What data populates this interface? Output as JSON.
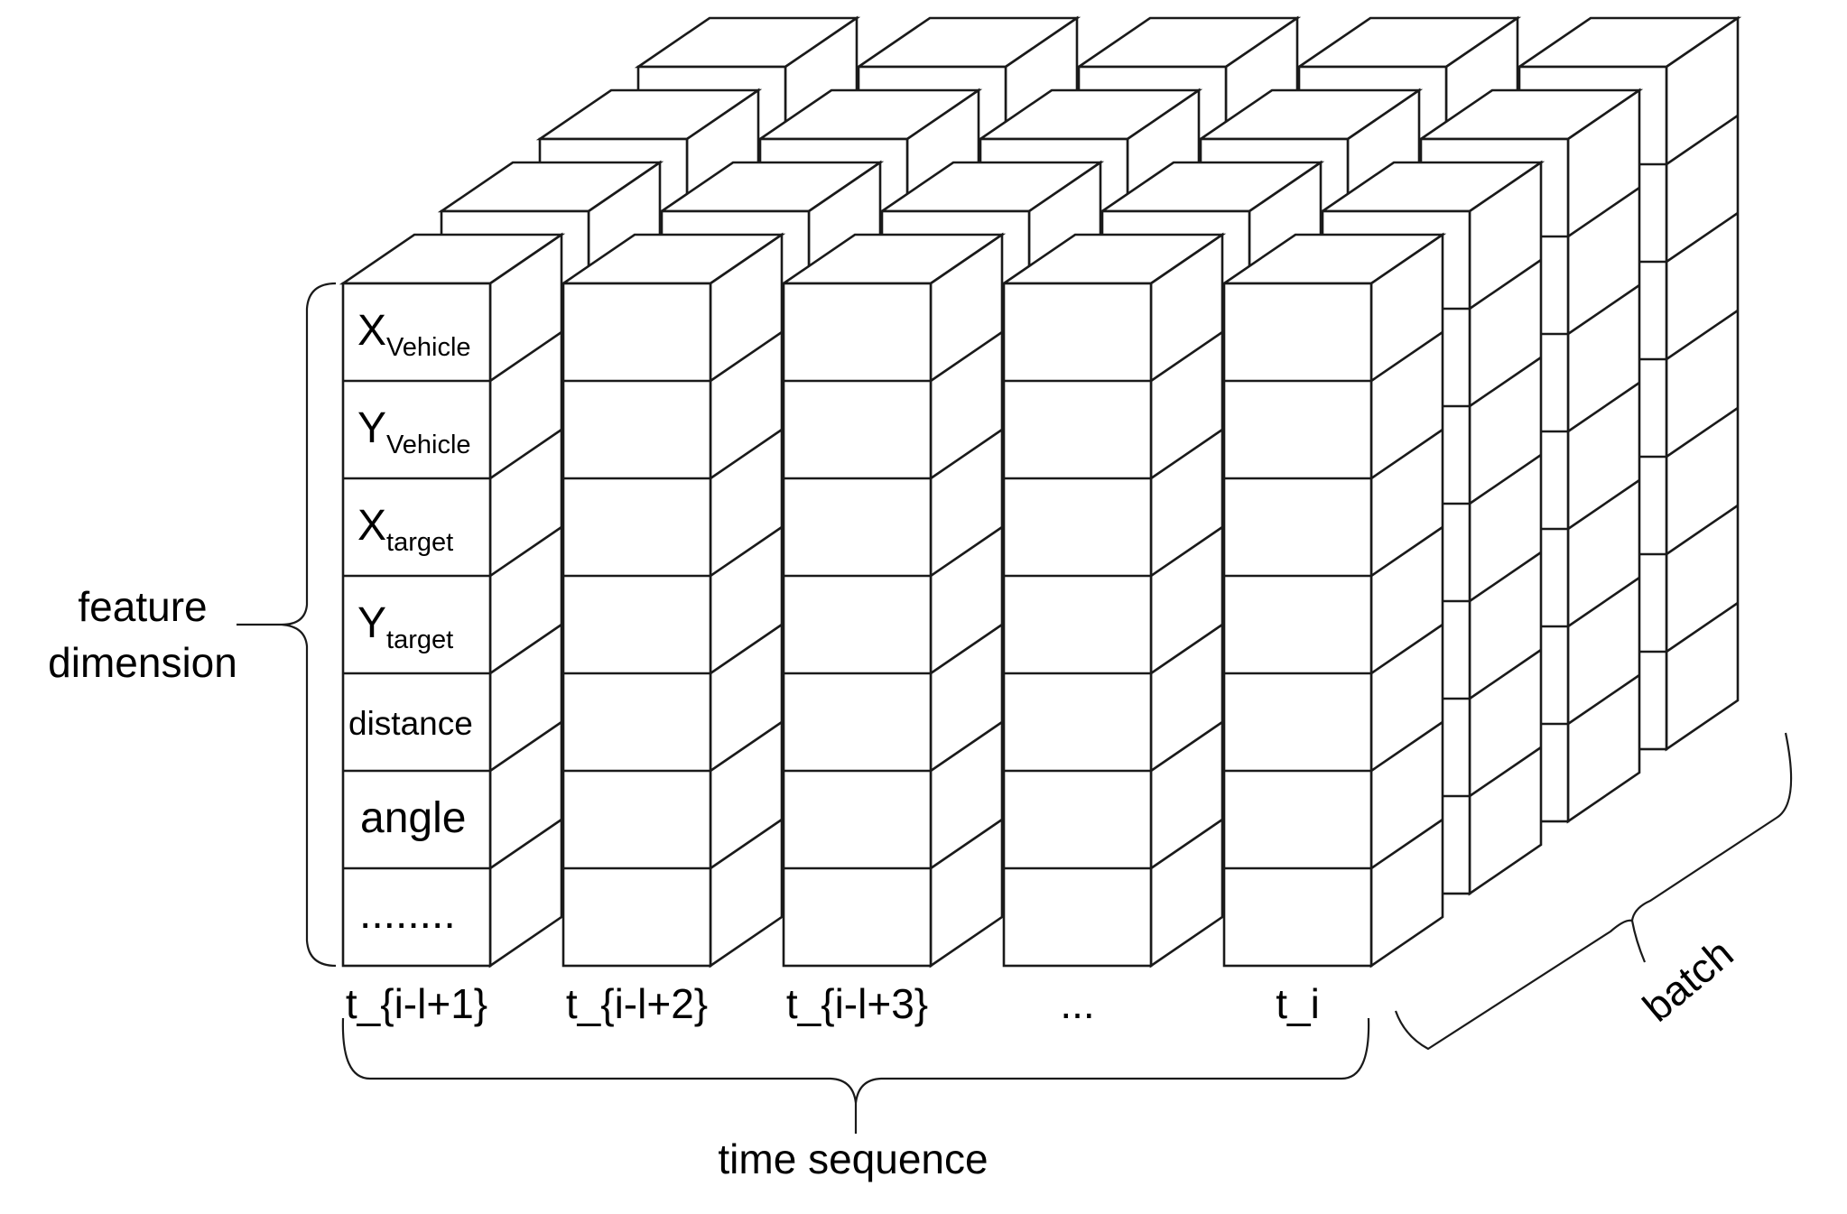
{
  "features": [
    {
      "base": "X",
      "sub": "Vehicle"
    },
    {
      "base": "Y",
      "sub": "Vehicle"
    },
    {
      "base": "X",
      "sub": "target"
    },
    {
      "base": "Y",
      "sub": "target"
    },
    {
      "base": "distance",
      "sub": ""
    },
    {
      "base": "angle",
      "sub": ""
    },
    {
      "base": "........",
      "sub": ""
    }
  ],
  "time_labels": [
    "t_{i-l+1}",
    "t_{i-l+2}",
    "t_{i-l+3}",
    "...",
    "t_i"
  ],
  "feature_axis_label": [
    "feature",
    "dimension"
  ],
  "time_axis_label": "time sequence",
  "batch_axis_label": "batch"
}
